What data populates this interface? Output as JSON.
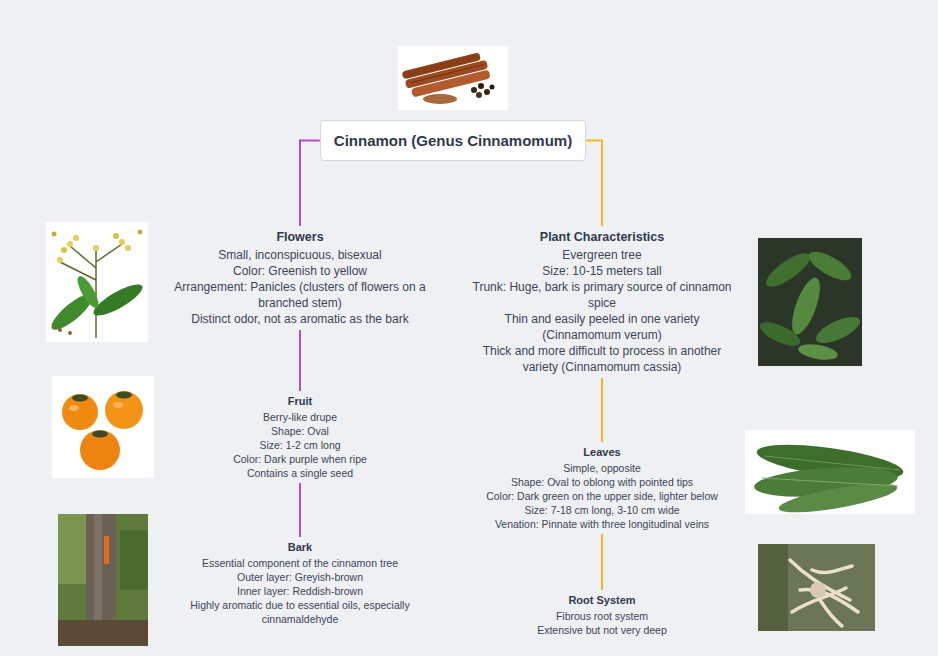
{
  "diagram": {
    "nodes": [
      {
        "text": [
          "Cinnamon (Genus Cinnamomum)"
        ]
      },
      {
        "text": [
          "Flowers",
          "Small, inconspicuous, bisexual",
          "Color: Greenish to yellow",
          "Arrangement: Panicles (clusters of flowers on a branched stem)",
          "Distinct odor, not as aromatic as the bark"
        ]
      },
      {
        "text": [
          "Fruit",
          "Berry-like drupe",
          "Shape: Oval",
          "Size: 1-2 cm long",
          "Color: Dark purple when ripe",
          "Contains a single seed"
        ]
      },
      {
        "text": [
          "Bark",
          "Essential component of the cinnamon tree",
          "Outer layer: Greyish-brown",
          "Inner layer: Reddish-brown",
          "Highly aromatic due to essential oils, especially cinnamaldehyde"
        ]
      },
      {
        "text": [
          "Plant Characteristics",
          "Evergreen tree",
          "Size: 10-15 meters tall",
          "Trunk: Huge, bark is primary source of cinnamon spice",
          "Thin and easily peeled in one variety (Cinnamomum verum)",
          "Thick and more difficult to process in another variety (Cinnamomum cassia)"
        ]
      },
      {
        "text": [
          "Leaves",
          "Simple, opposite",
          "Shape: Oval to oblong with pointed tips",
          "Color: Dark green on the upper side, lighter below",
          "Size: 7-18 cm long, 3-10 cm wide",
          "Venation: Pinnate with three longitudinal veins"
        ]
      },
      {
        "text": [
          "Root System",
          "Fibrous root system",
          "Extensive but not very deep"
        ]
      }
    ],
    "edges": [
      {
        "from": 0,
        "to": 1,
        "arrow": "none"
      },
      {
        "from": 1,
        "to": 2,
        "arrow": "none"
      },
      {
        "from": 2,
        "to": 3,
        "arrow": "none"
      },
      {
        "from": 0,
        "to": 4,
        "arrow": "none"
      },
      {
        "from": 4,
        "to": 5,
        "arrow": "none"
      },
      {
        "from": 5,
        "to": 6,
        "arrow": "none"
      }
    ]
  }
}
